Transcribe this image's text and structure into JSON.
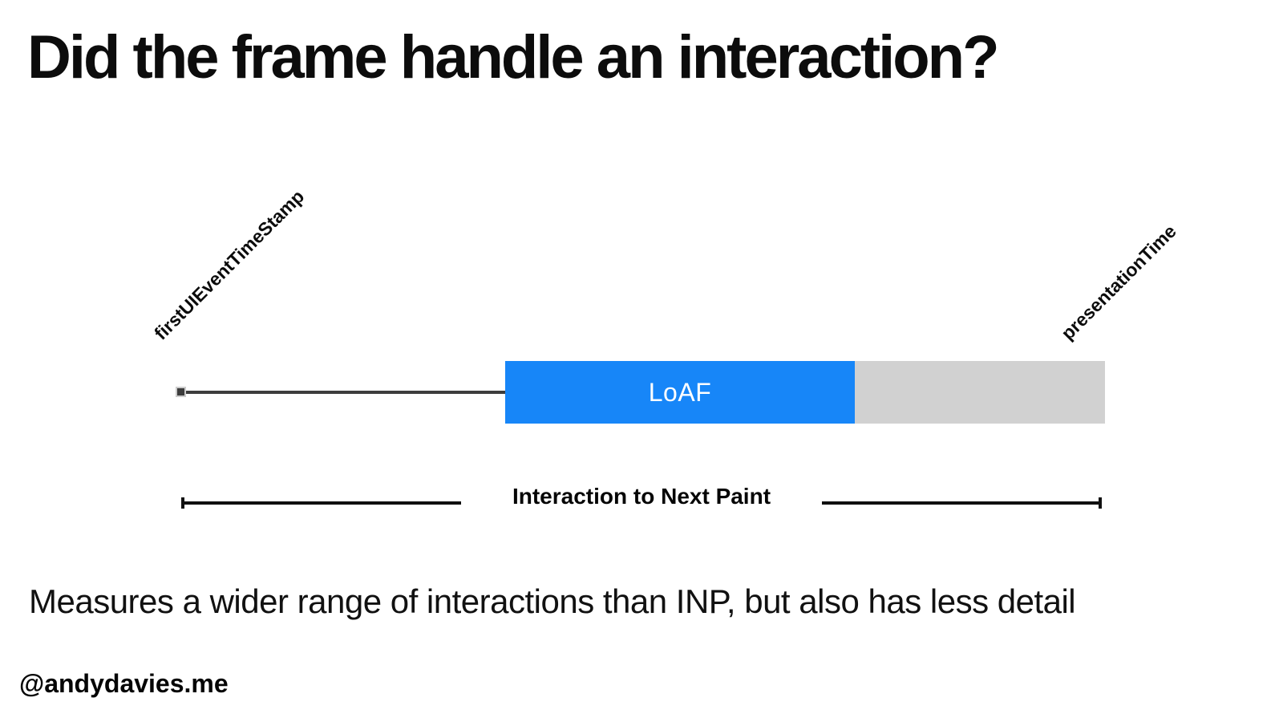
{
  "slide": {
    "title": "Did the frame handle an interaction?",
    "note": "Measures a wider range of interactions than INP, but also has less detail",
    "footer": "@andydavies.me"
  },
  "diagram": {
    "type": "timeline",
    "start_marker_label": "firstUIEventTimeStamp",
    "end_marker_label": "presentationTime",
    "segments": [
      {
        "name": "pre-frame connector",
        "style": "thin line with square start marker"
      },
      {
        "name": "LoAF",
        "label": "LoAF",
        "color": "#1786f8"
      },
      {
        "name": "rendering/presentation delay",
        "label": "",
        "color": "#d1d1d1"
      }
    ],
    "loaf_label": "LoAF",
    "measure_label": "Interaction to Next Paint",
    "measure_span": "from firstUIEventTimeStamp to presentationTime"
  },
  "colors": {
    "loaf-blue": "#1786f8",
    "render-gray": "#d1d1d1",
    "connector": "#3d3d3d",
    "ink": "#0c0c0c"
  }
}
